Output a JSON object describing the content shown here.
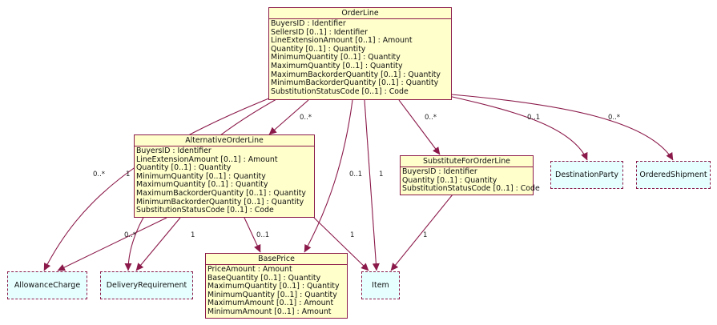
{
  "classes": {
    "orderline": {
      "name": "OrderLine",
      "attributes": [
        "BuyersID : Identifier",
        "SellersID [0..1] : Identifier",
        "LineExtensionAmount [0..1] : Amount",
        "Quantity [0..1] : Quantity",
        "MinimumQuantity [0..1] : Quantity",
        "MaximumQuantity [0..1] : Quantity",
        "MaximumBackorderQuantity [0..1] : Quantity",
        "MinimumBackorderQuantity [0..1] : Quantity",
        "SubstitutionStatusCode [0..1] : Code"
      ]
    },
    "alternative": {
      "name": "AlternativeOrderLine",
      "attributes": [
        "BuyersID : Identifier",
        "LineExtensionAmount [0..1] : Amount",
        "Quantity [0..1] : Quantity",
        "MinimumQuantity [0..1] : Quantity",
        "MaximumQuantity [0..1] : Quantity",
        "MaximumBackorderQuantity [0..1] : Quantity",
        "MinimumBackorderQuantity [0..1] : Quantity",
        "SubstitutionStatusCode [0..1] : Code"
      ]
    },
    "substitute": {
      "name": "SubstituteForOrderLine",
      "attributes": [
        "BuyersID : Identifier",
        "Quantity [0..1] : Quantity",
        "SubstitutionStatusCode [0..1] : Code"
      ]
    },
    "baseprice": {
      "name": "BasePrice",
      "attributes": [
        "PriceAmount : Amount",
        "BaseQuantity [0..1] : Quantity",
        "MaximumQuantity [0..1] : Quantity",
        "MinimumQuantity [0..1] : Quantity",
        "MaximumAmount [0..1] : Amount",
        "MinimumAmount [0..1] : Amount"
      ]
    }
  },
  "references": {
    "destination": "DestinationParty",
    "shipment": "OrderedShipment",
    "allowance": "AllowanceCharge",
    "delivery": "DeliveryRequirement",
    "item": "Item"
  },
  "multiplicities": {
    "ol_alternative": "0..*",
    "ol_substitute": "0..*",
    "ol_destination": "0..1",
    "ol_shipment": "0..*",
    "ol_allowance": "0..*",
    "ol_delivery": "1",
    "ol_baseprice": "0..1",
    "ol_item": "1",
    "alt_delivery": "0..*",
    "alt_allowance": "1",
    "alt_baseprice": "0..1",
    "alt_item": "1",
    "sub_item": "1"
  },
  "colors": {
    "line": "#8b1a4a",
    "class_fill": "#ffffcc",
    "reference_fill": "#e6ffff"
  }
}
